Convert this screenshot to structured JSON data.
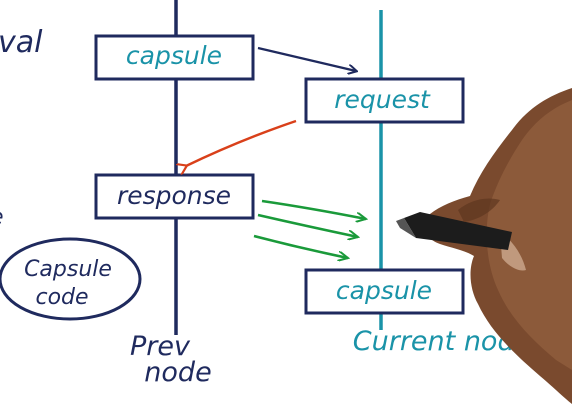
{
  "left_margin_fragments": [
    "val",
    "e"
  ],
  "prev_timeline": {
    "label_line1": "Prev",
    "label_line2": "node",
    "boxes": [
      {
        "label": "capsule",
        "text_color": "teal"
      },
      {
        "label": "response",
        "text_color": "navy"
      }
    ]
  },
  "current_timeline": {
    "label": "Current node",
    "boxes": [
      {
        "label": "request",
        "text_color": "teal"
      },
      {
        "label": "capsule",
        "text_color": "teal"
      }
    ]
  },
  "capsule_code_bubble": {
    "line1": "Capsule",
    "line2": "code"
  },
  "colors": {
    "navy_ink": "#1f2a5e",
    "teal_ink": "#1a93a8",
    "red_ink": "#d9401a",
    "green_ink": "#1a9a3a",
    "paper": "#ffffff"
  }
}
